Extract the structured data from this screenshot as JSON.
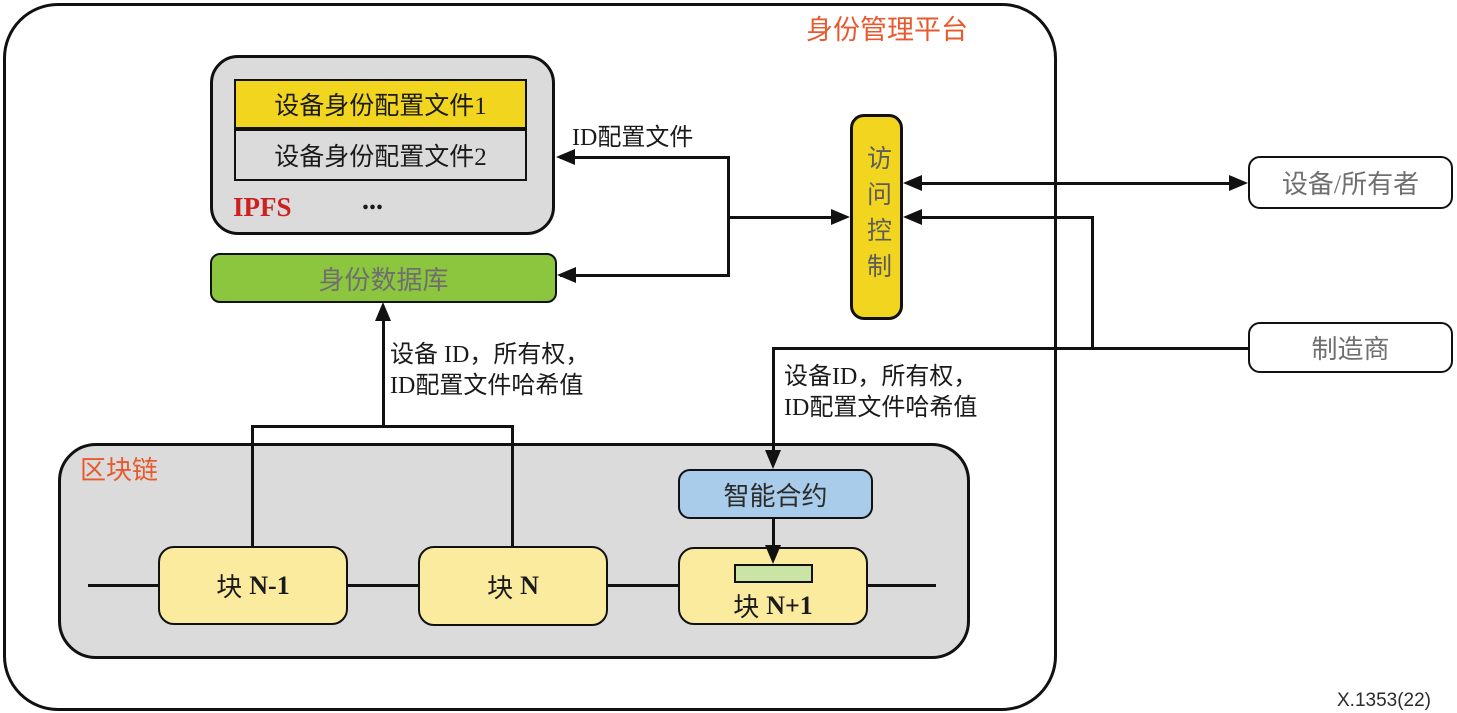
{
  "platform": {
    "title": "身份管理平台"
  },
  "ipfs": {
    "label": "IPFS",
    "ellipsis": "...",
    "profiles": [
      {
        "label": "设备身份配置文件1"
      },
      {
        "label": "设备身份配置文件2"
      }
    ]
  },
  "identity_db": {
    "label": "身份数据库"
  },
  "access_control": {
    "label": "访问控制"
  },
  "external": {
    "device_owner": {
      "label": "设备/所有者"
    },
    "manufacturer": {
      "label": "制造商"
    }
  },
  "blockchain": {
    "label": "区块链",
    "smart_contract": {
      "label": "智能合约"
    },
    "blocks": [
      {
        "cjk": "块",
        "id": "N-1"
      },
      {
        "cjk": "块",
        "id": "N"
      },
      {
        "cjk": "块",
        "id": "N+1"
      }
    ]
  },
  "edges": {
    "id_profile": "ID配置文件",
    "left_hash_line1": "设备 ID，所有权，",
    "left_hash_line2": "ID配置文件哈希值",
    "right_hash_line1": "设备ID，所有权，",
    "right_hash_line2": "ID配置文件哈希值"
  },
  "figure_ref": "X.1353(22)",
  "colors": {
    "bright_yellow": "#f2d51e",
    "light_yellow": "#faeb9e",
    "green": "#8cc63e",
    "light_green": "#c9e4a4",
    "blue": "#a8ccea",
    "gray_fill": "#dbdbdb",
    "orange_label": "#e85a2e",
    "red_label": "#ce2020"
  }
}
